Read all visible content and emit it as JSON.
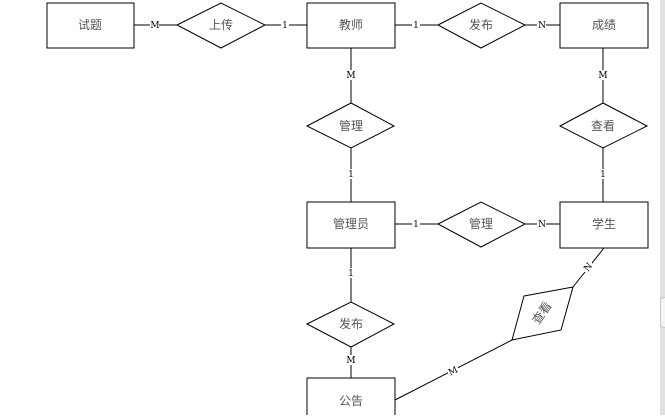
{
  "entities": [
    {
      "id": "shiti",
      "label": "试题"
    },
    {
      "id": "jiaoshi",
      "label": "教师"
    },
    {
      "id": "chengji",
      "label": "成绩"
    },
    {
      "id": "guanliyuan",
      "label": "管理员"
    },
    {
      "id": "xuesheng",
      "label": "学生"
    },
    {
      "id": "gonggao",
      "label": "公告"
    }
  ],
  "relationships": [
    {
      "id": "shangchuan",
      "label": "上传",
      "from": "shiti",
      "to": "jiaoshi",
      "card_from": "M",
      "card_to": "1"
    },
    {
      "id": "fabu1",
      "label": "发布",
      "from": "jiaoshi",
      "to": "chengji",
      "card_from": "1",
      "card_to": "N"
    },
    {
      "id": "guanli1",
      "label": "管理",
      "from": "jiaoshi",
      "to": "guanliyuan",
      "card_from": "M",
      "card_to": "1"
    },
    {
      "id": "chakan1",
      "label": "查看",
      "from": "chengji",
      "to": "xuesheng",
      "card_from": "M",
      "card_to": "1"
    },
    {
      "id": "guanli2",
      "label": "管理",
      "from": "guanliyuan",
      "to": "xuesheng",
      "card_from": "1",
      "card_to": "N"
    },
    {
      "id": "fabu2",
      "label": "发布",
      "from": "guanliyuan",
      "to": "gonggao",
      "card_from": "1",
      "card_to": "M"
    },
    {
      "id": "chakan2",
      "label": "查看",
      "from": "xuesheng",
      "to": "gonggao",
      "card_from": "N",
      "card_to": "M"
    }
  ]
}
